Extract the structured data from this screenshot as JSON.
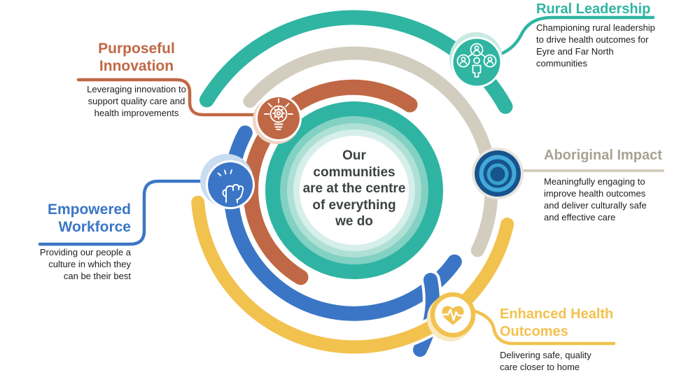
{
  "center": {
    "lines": [
      "Our",
      "communities",
      "are at the centre",
      "of everything",
      "we do"
    ],
    "ring_color": "#2FB4A3",
    "text_color": "#3D4243"
  },
  "body_text_color": "#1E1E1E",
  "sections": {
    "rural_leadership": {
      "title": "Rural Leadership",
      "description_lines": [
        "Championing rural leadership",
        "to drive health outcomes for",
        "Eyre and Far North",
        "communities"
      ],
      "color": "#2FB5A2",
      "icon": "people-network-icon"
    },
    "purposeful_innovation": {
      "title_lines": [
        "Purposeful",
        "Innovation"
      ],
      "description_lines": [
        "Leveraging innovation to",
        "support quality care and",
        "health improvements"
      ],
      "color": "#C06845",
      "icon": "lightbulb-gear-icon"
    },
    "empowered_workforce": {
      "title_lines": [
        "Empowered",
        "Workforce"
      ],
      "description_lines": [
        "Providing our people a",
        "culture in which they",
        "can be their best"
      ],
      "color": "#3B76C6",
      "icon": "raised-fist-icon"
    },
    "aboriginal_impact": {
      "title": "Aboriginal Impact",
      "title_color": "#A9A294",
      "description_lines": [
        "Meaningfully engaging to",
        "improve health outcomes",
        "and deliver culturally safe",
        "and effective care"
      ],
      "color": "#D3CDC0",
      "icon": "concentric-circles-icon",
      "icon_colors": {
        "navy": "#17538D",
        "light_blue": "#42A9DA",
        "cyan": "#36A2CB"
      }
    },
    "enhanced_health_outcomes": {
      "title_lines": [
        "Enhanced Health",
        "Outcomes"
      ],
      "description_lines": [
        "Delivering safe, quality",
        "care closer to home"
      ],
      "color": "#F2C24F",
      "icon": "heart-pulse-icon"
    }
  }
}
